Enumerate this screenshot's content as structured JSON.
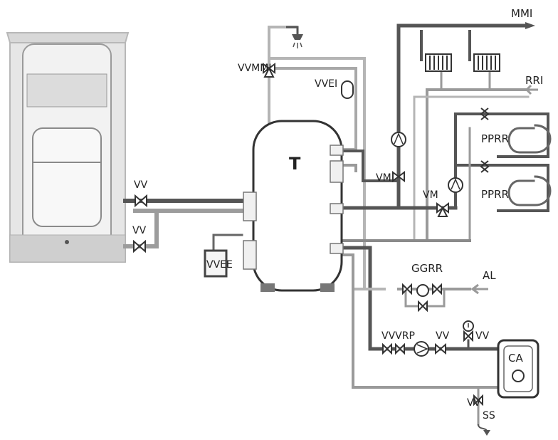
{
  "diagram": {
    "tank_label": "T",
    "labels": {
      "outflow_heating": "MMI",
      "return_heating": "RRI",
      "mixing_valve_top": "VVMMI",
      "expansion_vessel_top": "VVEI",
      "floor_circuit_1": "PPRR",
      "floor_circuit_2": "PPRR",
      "mixing_valve_left": "VM",
      "mixing_valve_right": "VM",
      "valve_stove_upper": "VV",
      "valve_stove_lower": "VV",
      "expansion_vessel_left": "VVEE",
      "grr_group": "GGRR",
      "supply_inlet": "AL",
      "pump_group": "VVVRP",
      "valve_ca_1": "VV",
      "valve_ca_2": "VV",
      "boiler": "CA",
      "valve_drain": "VV",
      "drain": "SS"
    },
    "colors": {
      "pipe_dark": "#555555",
      "pipe_mid": "#8a8a8a",
      "pipe_light": "#b5b5b5",
      "outline": "#333333"
    }
  }
}
